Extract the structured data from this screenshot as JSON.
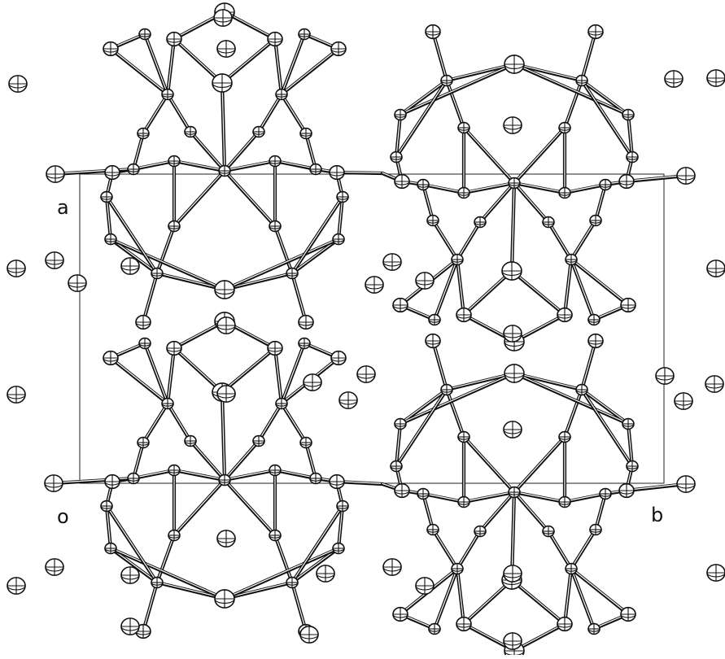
{
  "figure": {
    "labels": {
      "a": "a",
      "origin": "o",
      "b": "b"
    },
    "colors": {
      "ink": "#111111",
      "background": "#ffffff"
    }
  }
}
